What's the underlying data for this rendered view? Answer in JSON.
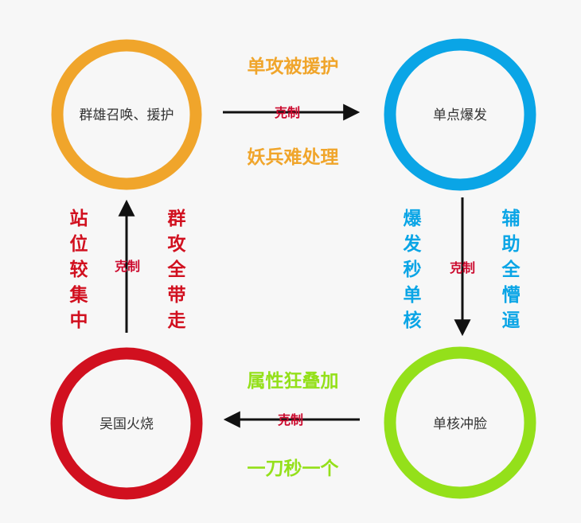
{
  "colors": {
    "orange": "#f0a52b",
    "blue": "#0aa5e6",
    "green": "#94e01a",
    "red": "#d1101f",
    "arrow": "#111111",
    "counter_label": "#cc0a2e"
  },
  "nodes": {
    "top_left": {
      "label": "群雄召唤、援护"
    },
    "top_right": {
      "label": "单点爆发"
    },
    "bottom_right": {
      "label": "单核冲脸"
    },
    "bottom_left": {
      "label": "吴国火烧"
    }
  },
  "edges": {
    "top": {
      "label": "克制"
    },
    "right": {
      "label": "克制"
    },
    "bottom": {
      "label": "克制"
    },
    "left": {
      "label": "克制"
    }
  },
  "notes": {
    "top_above": "单攻被援护",
    "top_below": "妖兵难处理",
    "right_inner": "爆发秒单核",
    "right_outer": "辅助全懵逼",
    "bottom_above": "属性狂叠加",
    "bottom_below": "一刀秒一个",
    "left_outer": "站位较集中",
    "left_inner": "群攻全带走"
  }
}
